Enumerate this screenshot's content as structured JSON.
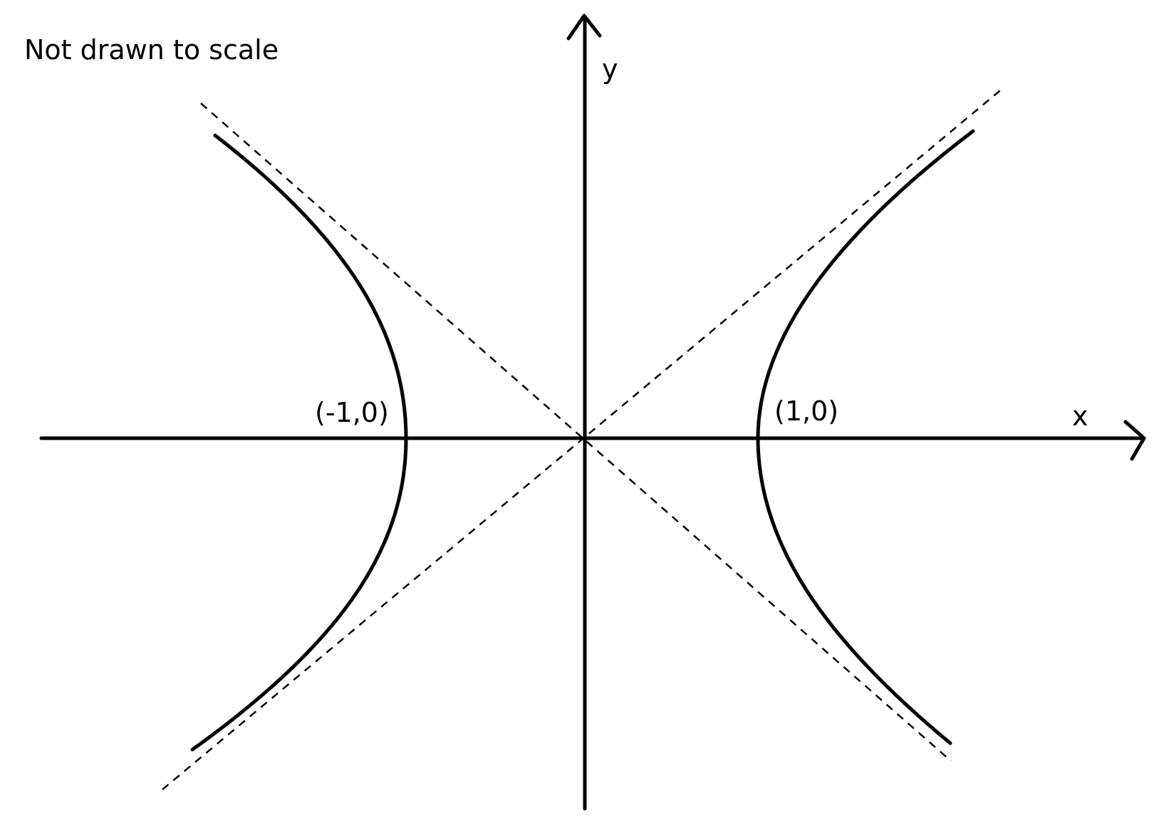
{
  "note": "Not drawn to scale",
  "axes": {
    "x_label": "x",
    "y_label": "y"
  },
  "points": {
    "left_vertex": "(-1,0)",
    "right_vertex": "(1,0)"
  },
  "colors": {
    "stroke": "#000000",
    "background": "#ffffff"
  }
}
